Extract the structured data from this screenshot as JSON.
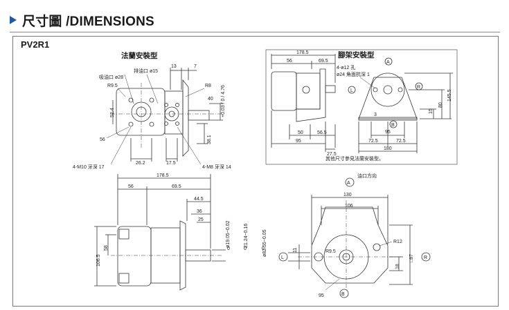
{
  "header": {
    "title": "尺寸圖 /DIMENSIONS"
  },
  "model": "PV2R1",
  "flange_view": {
    "title": "法蘭安裝型",
    "suction_port": "吸油口 ø28",
    "discharge_port": "排油口 ø15",
    "r95": "R9.5",
    "r8": "R8",
    "d13": "13",
    "d7": "7",
    "d40": "40",
    "d524": "52.4",
    "d56": "56",
    "d262": "26.2",
    "d175": "17.5",
    "d381": "38.1",
    "shaft_tol": "+0.03\n0\n4.76",
    "m10": "4-M10 牙深 17",
    "m8": "4-M8 牙深 14"
  },
  "foot_view": {
    "title": "腳架安裝型",
    "holes": "4-ø12 孔",
    "counterbore": "ø24 角面抗深 1",
    "d1785": "178.5",
    "d56": "56",
    "d695": "69.5",
    "d50": "50",
    "d565": "56.5",
    "d95": "95",
    "d275": "27.5",
    "d3": "3",
    "d95b": "95",
    "d725a": "72.5",
    "d725b": "72.5",
    "d180": "180",
    "d15": "15",
    "d80": "80",
    "d1455": "145.5",
    "note": "其他尺寸參見法蘭安裝型。",
    "mark_a": "A",
    "mark_b": "B",
    "mark_l": "L",
    "mark_r": "R"
  },
  "side_view": {
    "d1785": "178.5",
    "d56": "56",
    "d695": "69.5",
    "d445": "44.5",
    "d36": "36",
    "d25": "25",
    "d1065": "106.5",
    "d58": "58",
    "t1": "ø19.05−0.02",
    "t1b": "0",
    "t2": "21.24−0.16",
    "t2b": "0",
    "t3": "ø82.55−0.05",
    "t3b": "0"
  },
  "front_view": {
    "oil_dir": "油口方向",
    "d130": "130",
    "d106": "106",
    "d11": "11",
    "r95": "R9.5",
    "r12": "R12",
    "d18": "18",
    "d97": "□97",
    "d95": "95",
    "mark_a": "A",
    "mark_b": "B",
    "mark_l": "L",
    "mark_r": "R"
  }
}
